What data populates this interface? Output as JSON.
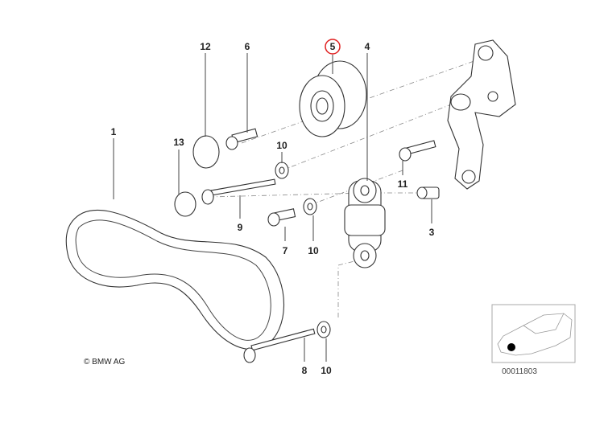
{
  "labels": {
    "p1": "1",
    "p3": "3",
    "p4": "4",
    "p5": "5",
    "p6": "6",
    "p7": "7",
    "p8": "8",
    "p9": "9",
    "p10a": "10",
    "p10b": "10",
    "p10c": "10",
    "p11": "11",
    "p12": "12",
    "p13": "13"
  },
  "highlighted_label": "5",
  "highlight_color": "#e02020",
  "copyright": "© BMW AG",
  "diagram_code": "00011803"
}
